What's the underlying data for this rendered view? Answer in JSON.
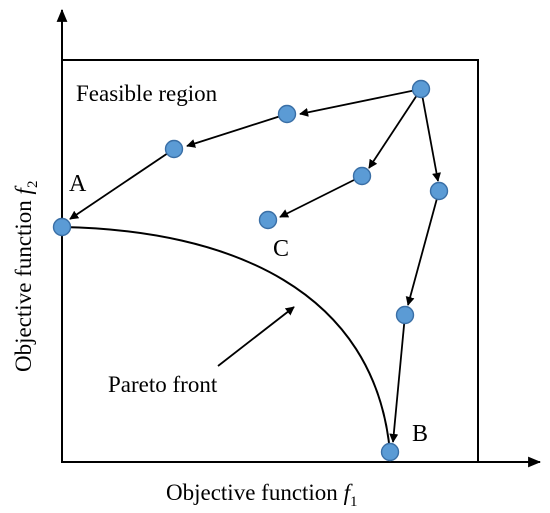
{
  "figure": {
    "region_label": "Feasible region",
    "front_label": "Pareto front",
    "x_axis": {
      "prefix": "Objective function ",
      "var": "f",
      "sub": "1"
    },
    "y_axis": {
      "prefix": "Objective function ",
      "var": "f",
      "sub": "2"
    },
    "points": {
      "a": "A",
      "b": "B",
      "c": "C"
    },
    "colors": {
      "node_fill": "#5b9bd5",
      "node_stroke": "#3a6fa6",
      "line": "#000000"
    }
  }
}
